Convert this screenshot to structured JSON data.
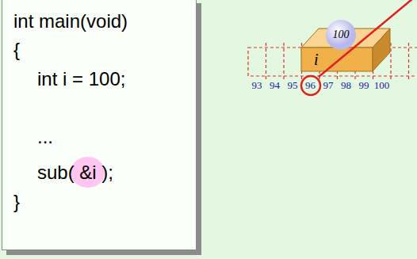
{
  "diagram": {
    "nodes": [
      {
        "text": [
          "int main(void)",
          "{",
          "int i = 100;",
          "...",
          "sub( &i );",
          "}"
        ]
      },
      {
        "text": [
          "i"
        ]
      },
      {
        "text": [
          "100"
        ]
      }
    ],
    "labels": [
      "93",
      "94",
      "95",
      "96",
      "97",
      "98",
      "99",
      "100"
    ]
  }
}
